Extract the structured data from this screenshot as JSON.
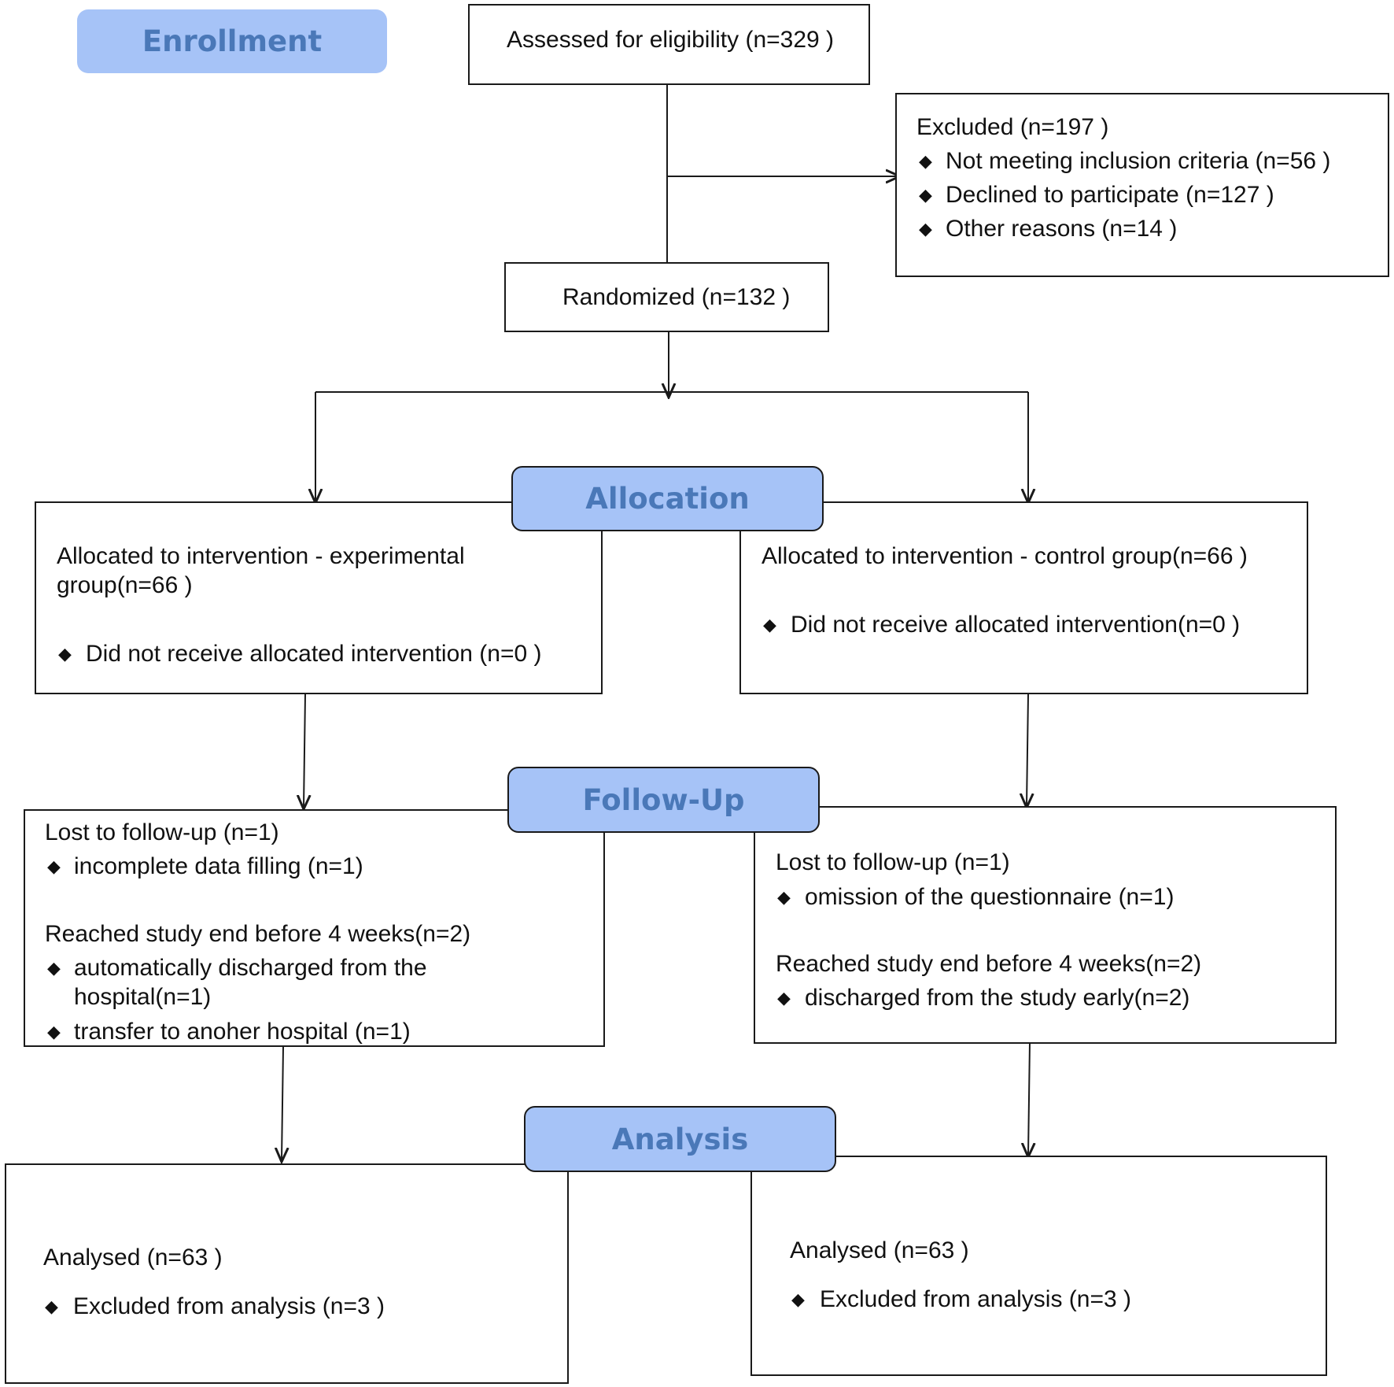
{
  "stages": {
    "enrollment": "Enrollment",
    "allocation": "Allocation",
    "follow_up": "Follow-Up",
    "analysis": "Analysis"
  },
  "enrollment": {
    "assessed": "Assessed for eligibility (n=329 )",
    "excluded_title": "Excluded (n=197  )",
    "excluded_items": [
      "Not meeting inclusion criteria (n=56  )",
      "Declined to participate (n=127  )",
      "Other reasons (n=14  )"
    ],
    "randomized": "Randomized (n=132 )"
  },
  "allocation": {
    "left_line1": "Allocated to intervention - experimental",
    "left_line2": "group(n=66 )",
    "left_item": "Did not receive allocated intervention (n=0 )",
    "right_line1": "Allocated to intervention - control group(n=66 )",
    "right_item": "Did not receive allocated intervention(n=0 )"
  },
  "follow_up": {
    "left_lost": "Lost to follow-up (n=1)",
    "left_lost_item": "incomplete data filling (n=1)",
    "left_reached": "Reached study end before 4 weeks(n=2)",
    "left_item2_line1": "automatically discharged from the",
    "left_item2_line2": "hospital(n=1)",
    "left_item3": "transfer to anoher hospital (n=1)",
    "right_lost": "Lost to follow-up    (n=1)",
    "right_lost_item": "omission of the questionnaire (n=1)",
    "right_reached": "Reached study end before 4 weeks(n=2)",
    "right_item2": "discharged from the study early(n=2)"
  },
  "analysis": {
    "left_analysed": "Analysed (n=63 )",
    "left_item": "Excluded from analysis (n=3 )",
    "right_analysed": "Analysed (n=63 )",
    "right_item": "Excluded from analysis (n=3 )"
  },
  "bullet_glyph": "◆"
}
